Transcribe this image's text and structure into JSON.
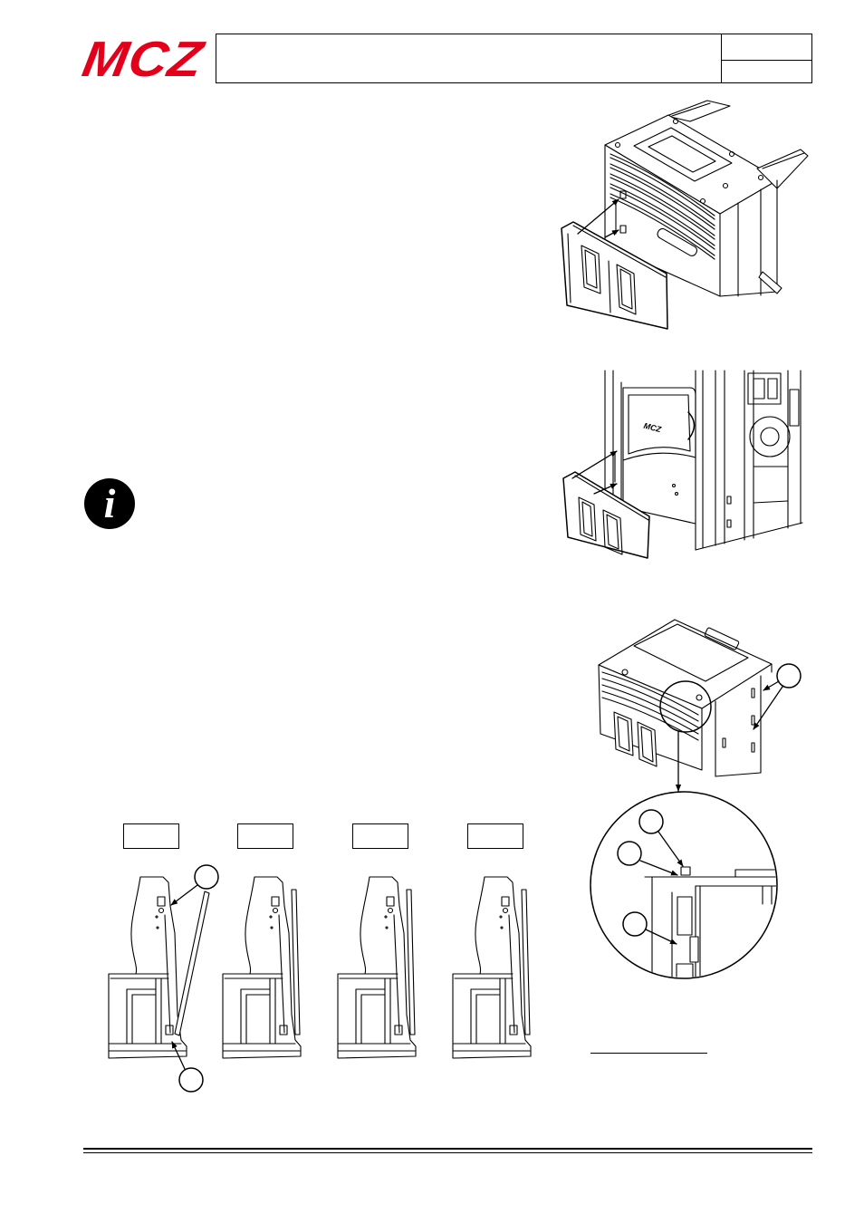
{
  "header": {
    "logo_text": "MCZ"
  },
  "info_note": {
    "icon": "info-icon",
    "glyph": "i"
  },
  "figure_2": {
    "door_badge": "MCZ"
  },
  "colors": {
    "brand_red": "#e2001a",
    "line_art": "#000000",
    "page_background": "#ffffff"
  }
}
